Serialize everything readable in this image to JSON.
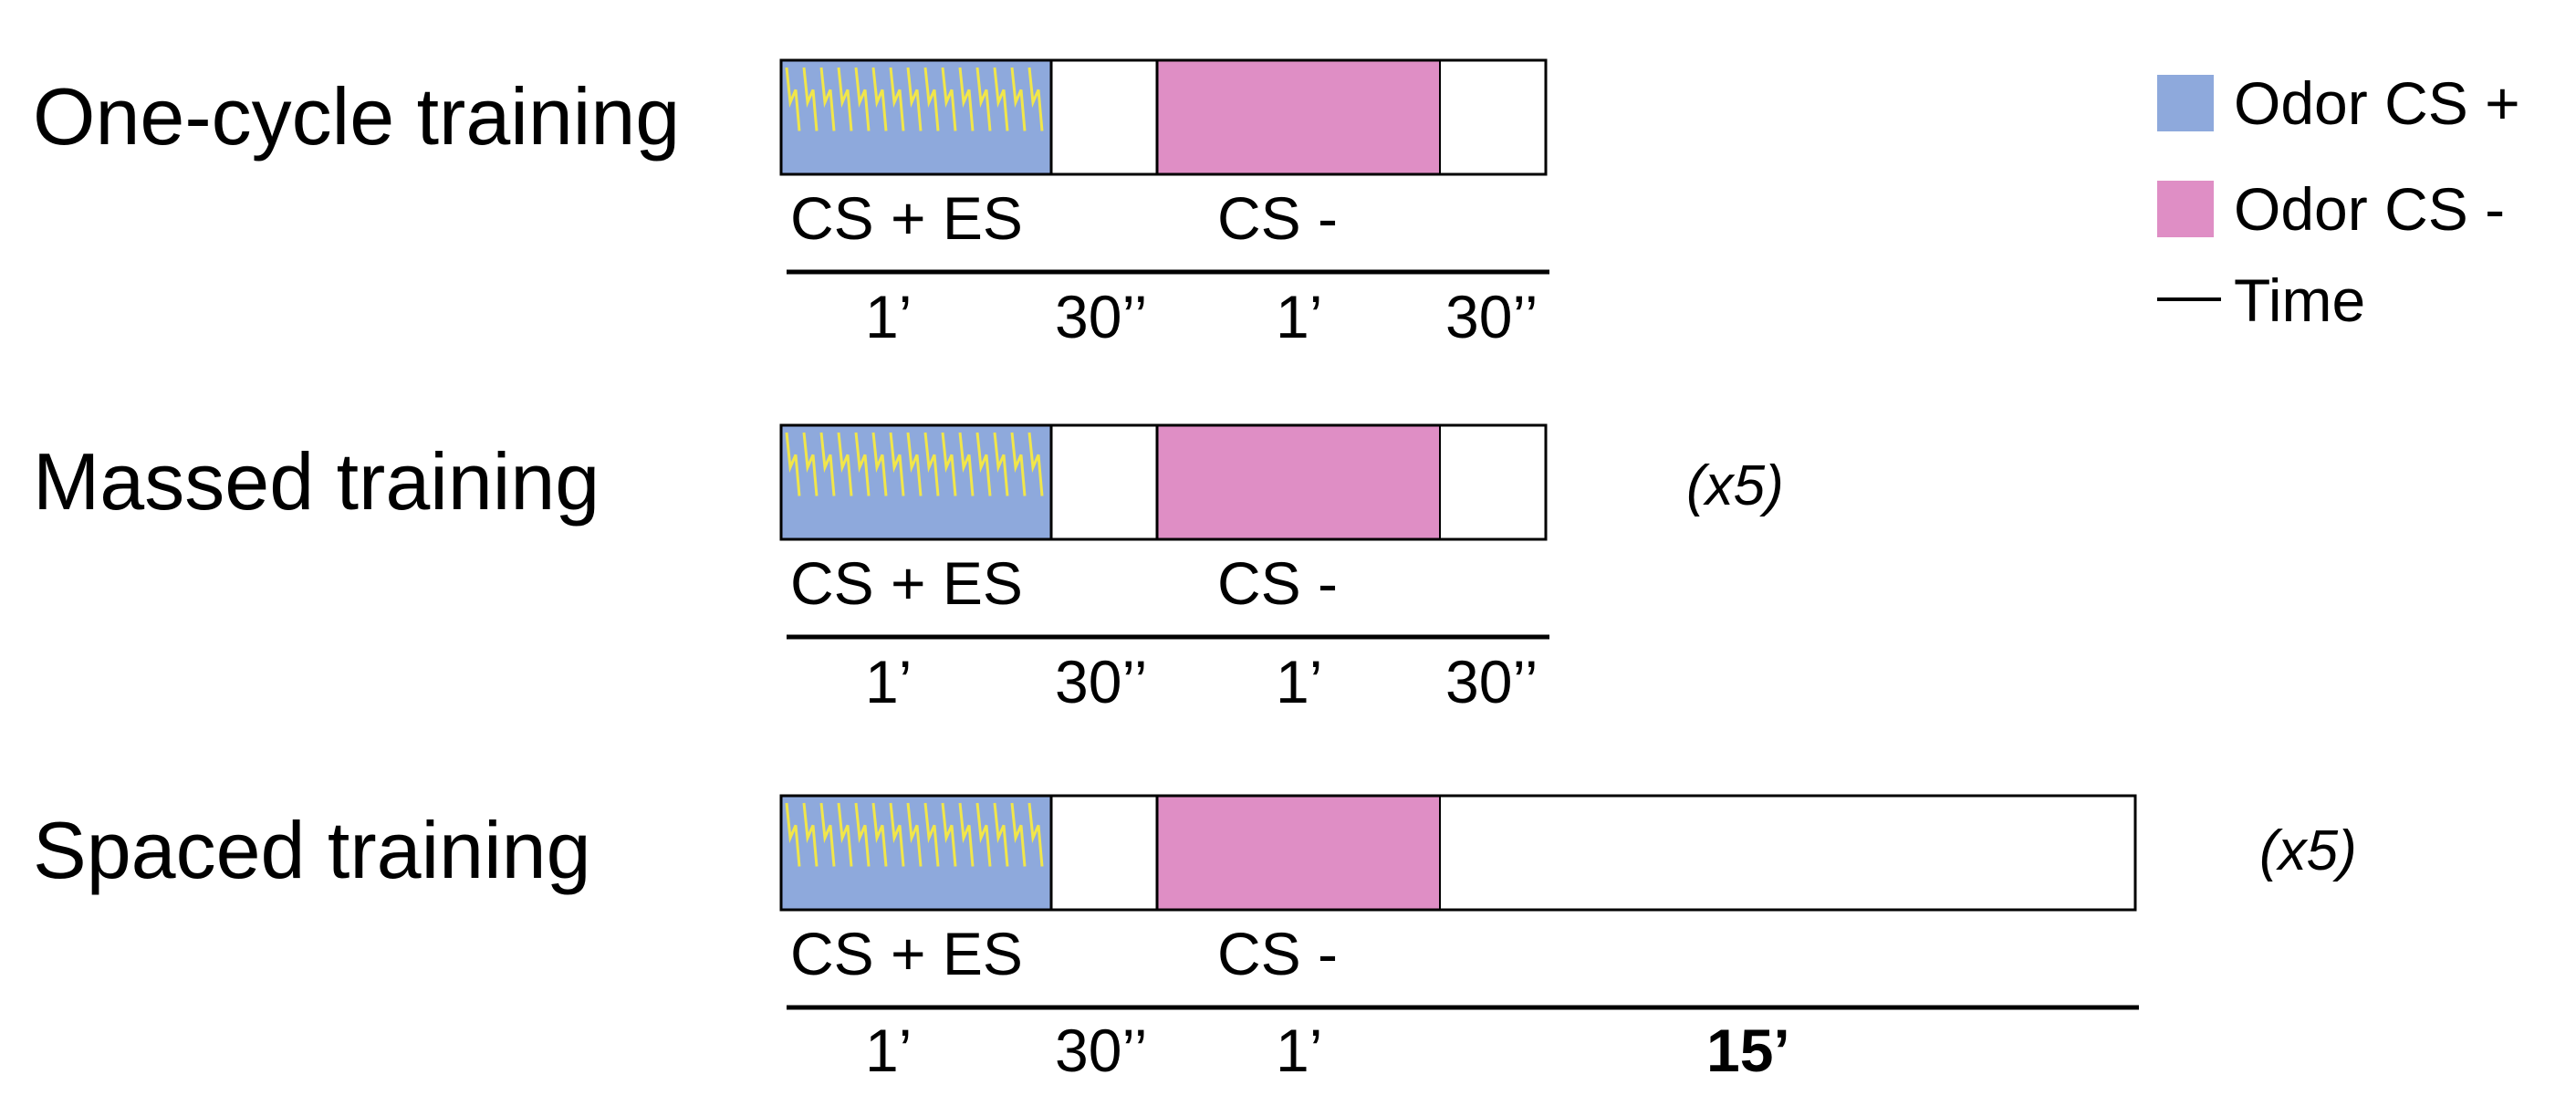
{
  "colors": {
    "cs_plus": "#8EA9DC",
    "cs_minus": "#DF8EC5",
    "shock": "#F1E64A",
    "outline": "#000000"
  },
  "legend": {
    "cs_plus_label": "Odor CS +",
    "cs_minus_label": "Odor CS -",
    "time_label": "Time"
  },
  "protocols": [
    {
      "title": "One-cycle training",
      "repeat": "",
      "segment_labels": [
        "CS + ES",
        "CS -"
      ],
      "durations": [
        "1’",
        "30’’",
        "1’",
        "30’’"
      ]
    },
    {
      "title": "Massed training",
      "repeat": "(x5)",
      "segment_labels": [
        "CS + ES",
        "CS -"
      ],
      "durations": [
        "1’",
        "30’’",
        "1’",
        "30’’"
      ]
    },
    {
      "title": "Spaced training",
      "repeat": "(x5)",
      "segment_labels": [
        "CS + ES",
        "CS -"
      ],
      "durations": [
        "1’",
        "30’’",
        "1’",
        "15’"
      ]
    }
  ]
}
